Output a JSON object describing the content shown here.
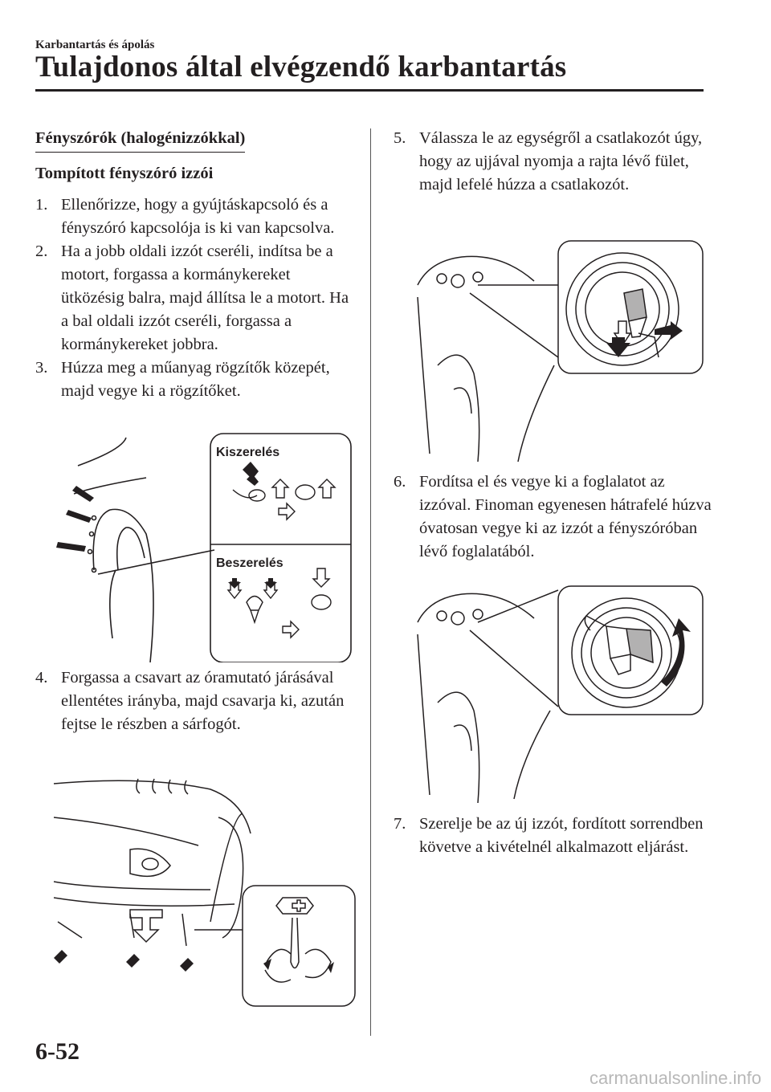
{
  "header": {
    "section": "Karbantartás és ápolás",
    "title": "Tulajdonos által elvégzendő karbantartás"
  },
  "left_column": {
    "heading": "Fényszórók (halogénizzókkal)",
    "subheading": "Tompított fényszóró izzói",
    "steps": [
      {
        "num": "1.",
        "text": "Ellenőrizze, hogy a gyújtáskapcsoló és a fényszóró kapcsolója is ki van kapcsolva."
      },
      {
        "num": "2.",
        "text": "Ha a jobb oldali izzót cseréli, indítsa be a motort, forgassa a kormánykereket ütközésig balra, majd állítsa le a motort. Ha a bal oldali izzót cseréli, forgassa a kormánykereket jobbra."
      },
      {
        "num": "3.",
        "text": "Húzza meg a műanyag rögzítők közepét, majd vegye ki a rögzítőket."
      },
      {
        "num": "4.",
        "text": "Forgassa a csavart az óramutató járásával ellentétes irányba, majd csavarja ki, azután fejtse le részben a sárfogót."
      }
    ],
    "figure_labels": {
      "removal": "Kiszerelés",
      "installation": "Beszerelés"
    }
  },
  "right_column": {
    "steps": [
      {
        "num": "5.",
        "text": "Válassza le az egységről a csatlakozót úgy, hogy az ujjával nyomja a rajta lévő fület, majd lefelé húzza a csatlakozót."
      },
      {
        "num": "6.",
        "text": "Fordítsa el és vegye ki a foglalatot az izzóval. Finoman egyenesen hátrafelé húzva óvatosan vegye ki az izzót a fényszóróban lévő foglalatából."
      },
      {
        "num": "7.",
        "text": "Szerelje be az új izzót, fordított sorrendben követve a kivételnél alkalmazott eljárást."
      }
    ]
  },
  "footer": {
    "page_number": "6-52",
    "watermark": "carmanualsonline.info"
  }
}
